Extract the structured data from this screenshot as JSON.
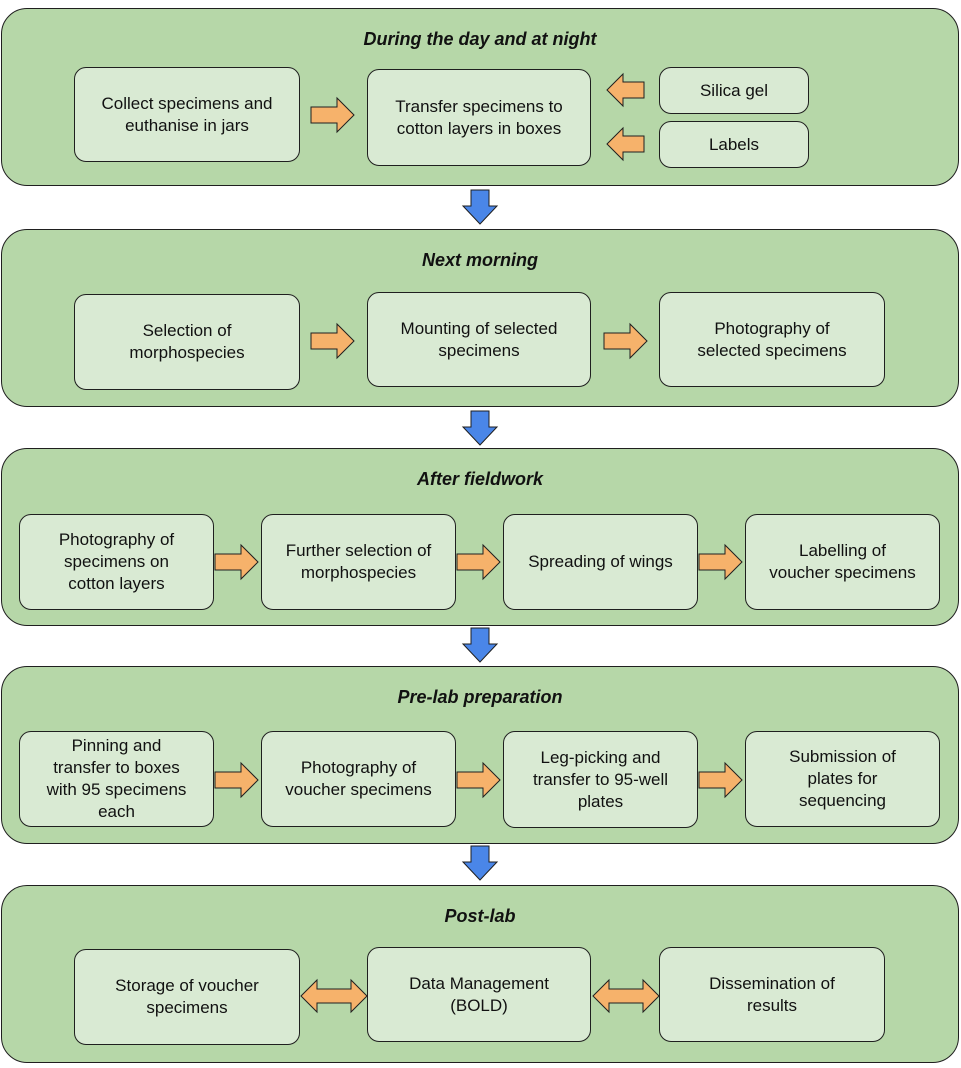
{
  "stages": [
    {
      "title": "During the day and at night",
      "boxes": [
        "Collect specimens and\neuthanise in jars",
        "Transfer specimens to\ncotton layers in boxes",
        "Silica gel",
        "Labels"
      ]
    },
    {
      "title": "Next morning",
      "boxes": [
        "Selection of\nmorphospecies",
        "Mounting of selected\nspecimens",
        "Photography of\nselected specimens"
      ]
    },
    {
      "title": "After fieldwork",
      "boxes": [
        "Photography of\nspecimens on\ncotton layers",
        "Further selection of\nmorphospecies",
        "Spreading of wings",
        "Labelling of\nvoucher specimens"
      ]
    },
    {
      "title": "Pre-lab preparation",
      "boxes": [
        "Pinning and\ntransfer to boxes\nwith 95 specimens\neach",
        "Photography of\nvoucher specimens",
        "Leg-picking and\ntransfer to 95-well\nplates",
        "Submission of\nplates for\nsequencing"
      ]
    },
    {
      "title": "Post-lab",
      "boxes": [
        "Storage of voucher\nspecimens",
        "Data Management\n(BOLD)",
        "Dissemination of\nresults"
      ]
    }
  ],
  "colors": {
    "stage_fill": "#b6d7a8",
    "box_fill": "#d9ead3",
    "orange_arrow": "#f6b26b",
    "blue_arrow": "#4a86e8",
    "outline": "#1f1f1f"
  }
}
